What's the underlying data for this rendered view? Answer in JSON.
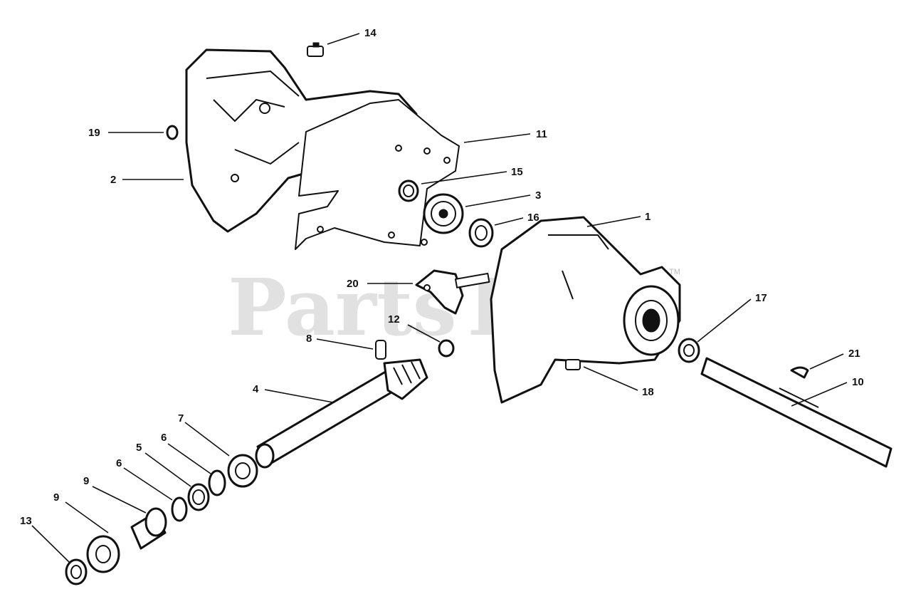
{
  "watermark": {
    "text": "PartsTree",
    "trademark": "TM"
  },
  "callouts": [
    {
      "id": "14",
      "label": "14"
    },
    {
      "id": "19",
      "label": "19"
    },
    {
      "id": "2",
      "label": "2"
    },
    {
      "id": "11",
      "label": "11"
    },
    {
      "id": "15",
      "label": "15"
    },
    {
      "id": "3",
      "label": "3"
    },
    {
      "id": "16",
      "label": "16"
    },
    {
      "id": "1",
      "label": "1"
    },
    {
      "id": "20",
      "label": "20"
    },
    {
      "id": "12",
      "label": "12"
    },
    {
      "id": "8",
      "label": "8"
    },
    {
      "id": "17",
      "label": "17"
    },
    {
      "id": "21",
      "label": "21"
    },
    {
      "id": "10",
      "label": "10"
    },
    {
      "id": "18",
      "label": "18"
    },
    {
      "id": "4",
      "label": "4"
    },
    {
      "id": "7",
      "label": "7"
    },
    {
      "id": "6a",
      "label": "6"
    },
    {
      "id": "5",
      "label": "5"
    },
    {
      "id": "6b",
      "label": "6"
    },
    {
      "id": "9a",
      "label": "9"
    },
    {
      "id": "9b",
      "label": "9"
    },
    {
      "id": "13",
      "label": "13"
    }
  ]
}
